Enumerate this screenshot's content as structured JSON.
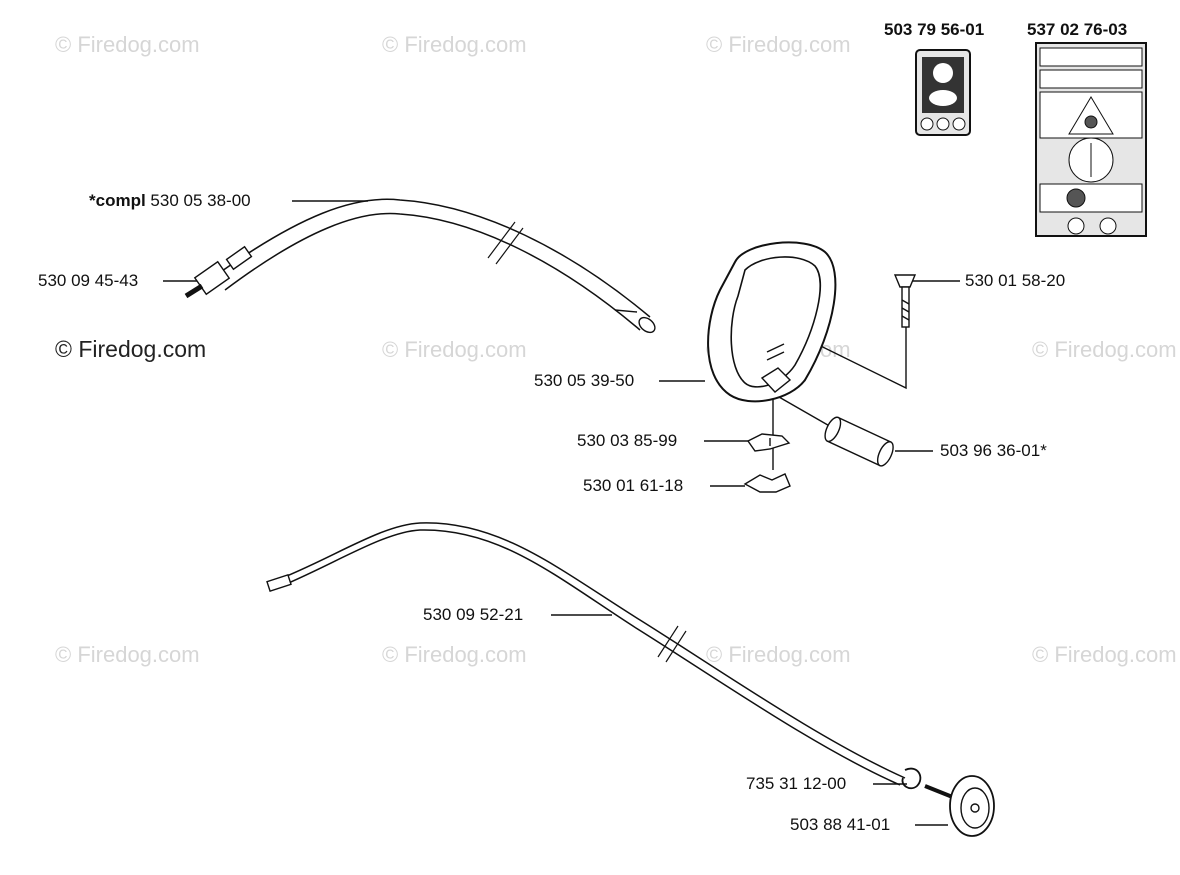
{
  "watermark": "© Firedog.com",
  "labels": {
    "decal_a": "503 79 56-01",
    "decal_b": "537 02 76-03",
    "tube_prefix": "*compl",
    "tube": "530 05 38-00",
    "nipple": "530 09 45-43",
    "bolt": "530 01 58-20",
    "handle": "530 05 39-50",
    "bracket": "530 03 85-99",
    "sleeve": "503 96 36-01*",
    "wingnut": "530 01 61-18",
    "shaft": "530 09 52-21",
    "circlip": "735 31 12-00",
    "drum": "503 88 41-01"
  }
}
